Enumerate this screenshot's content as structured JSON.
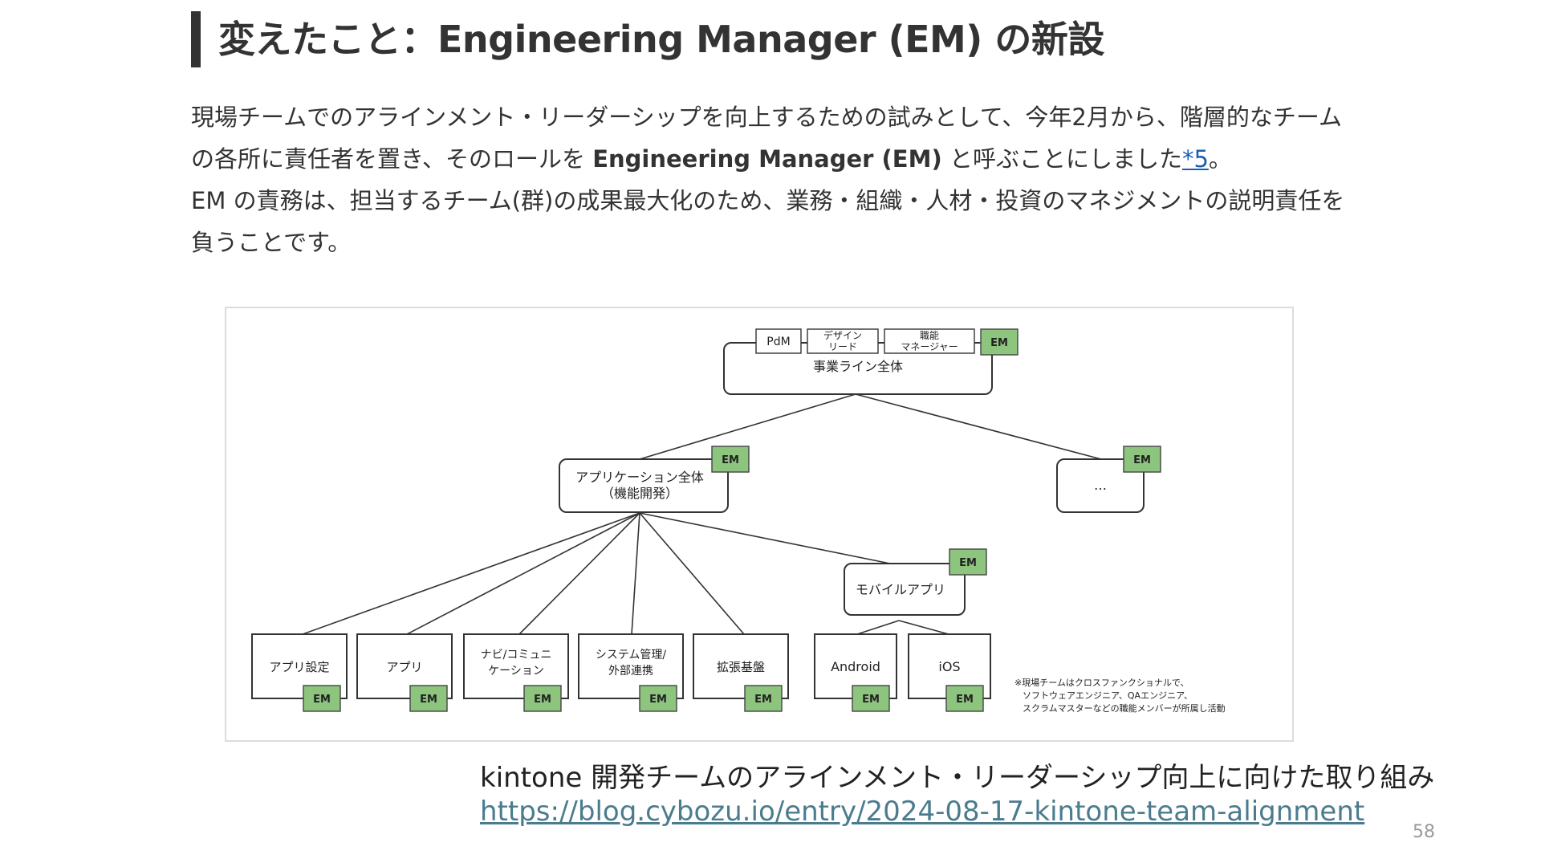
{
  "heading": "変えたこと：Engineering Manager (EM) の新設",
  "paragraph": {
    "part1": "現場チームでのアラインメント・リーダーシップを向上するための試みとして、今年2月から、階層的なチームの各所に責任者を置き、そのロールを ",
    "bold": "Engineering Manager (EM)",
    "part2": " と呼ぶことにしました",
    "footnote": "*5",
    "part3": "。",
    "part4": "EM の責務は、担当するチーム(群)の成果最大化のため、業務・組織・人材・投資のマネジメントの説明責任を負うことです。"
  },
  "diagram": {
    "top_roles": [
      "PdM",
      "デザイン\nリード",
      "職能\nマネージャー"
    ],
    "em_label": "EM",
    "root": "事業ライン全体",
    "app_all": [
      "アプリケーション全体",
      "（機能開発）"
    ],
    "other": "…",
    "mobile": "モバイルアプリ",
    "leaves": [
      "アプリ設定",
      "アプリ",
      "ナビ/コミュニ\nケーション",
      "システム管理/\n外部連携",
      "拡張基盤",
      "Android",
      "iOS"
    ],
    "note": [
      "※現場チームはクロスファンクショナルで、",
      "ソフトウェアエンジニア、QAエンジニア、",
      "スクラムマスターなどの職能メンバーが所属し活動"
    ]
  },
  "caption": {
    "title": "kintone 開発チームのアラインメント・リーダーシップ向上に向けた取り組み",
    "url": "https://blog.cybozu.io/entry/2024-08-17-kintone-team-alignment"
  },
  "page_number": "58",
  "colors": {
    "em_fill": "#8dc47e",
    "text": "#333333",
    "link": "#1a5fb4"
  }
}
